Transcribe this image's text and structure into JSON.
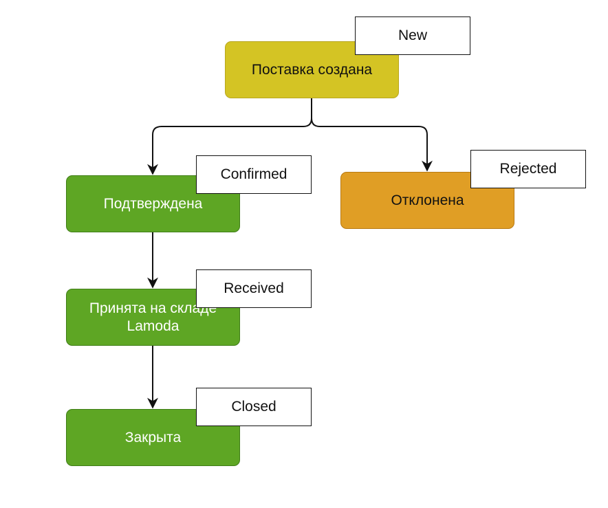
{
  "nodes": {
    "created": {
      "label": "Поставка создана"
    },
    "confirmed": {
      "label": "Подтверждена"
    },
    "rejected": {
      "label": "Отклонена"
    },
    "received": {
      "label": "Принята на складе\nLamoda"
    },
    "closed": {
      "label": "Закрыта"
    }
  },
  "status_tags": {
    "created": "New",
    "confirmed": "Confirmed",
    "rejected": "Rejected",
    "received": "Received",
    "closed": "Closed"
  },
  "colors": {
    "created": "#d4c424",
    "confirmed": "#5ea624",
    "received": "#5ea624",
    "closed": "#5ea624",
    "rejected": "#e09e25",
    "tag_border": "#111111",
    "edge": "#111111"
  },
  "edges": [
    {
      "from": "Поставка создана",
      "to": "Подтверждена"
    },
    {
      "from": "Поставка создана",
      "to": "Отклонена"
    },
    {
      "from": "Подтверждена",
      "to": "Принята на складе\nLamoda"
    },
    {
      "from": "Принята на складе\nLamoda",
      "to": "Закрыта"
    }
  ]
}
